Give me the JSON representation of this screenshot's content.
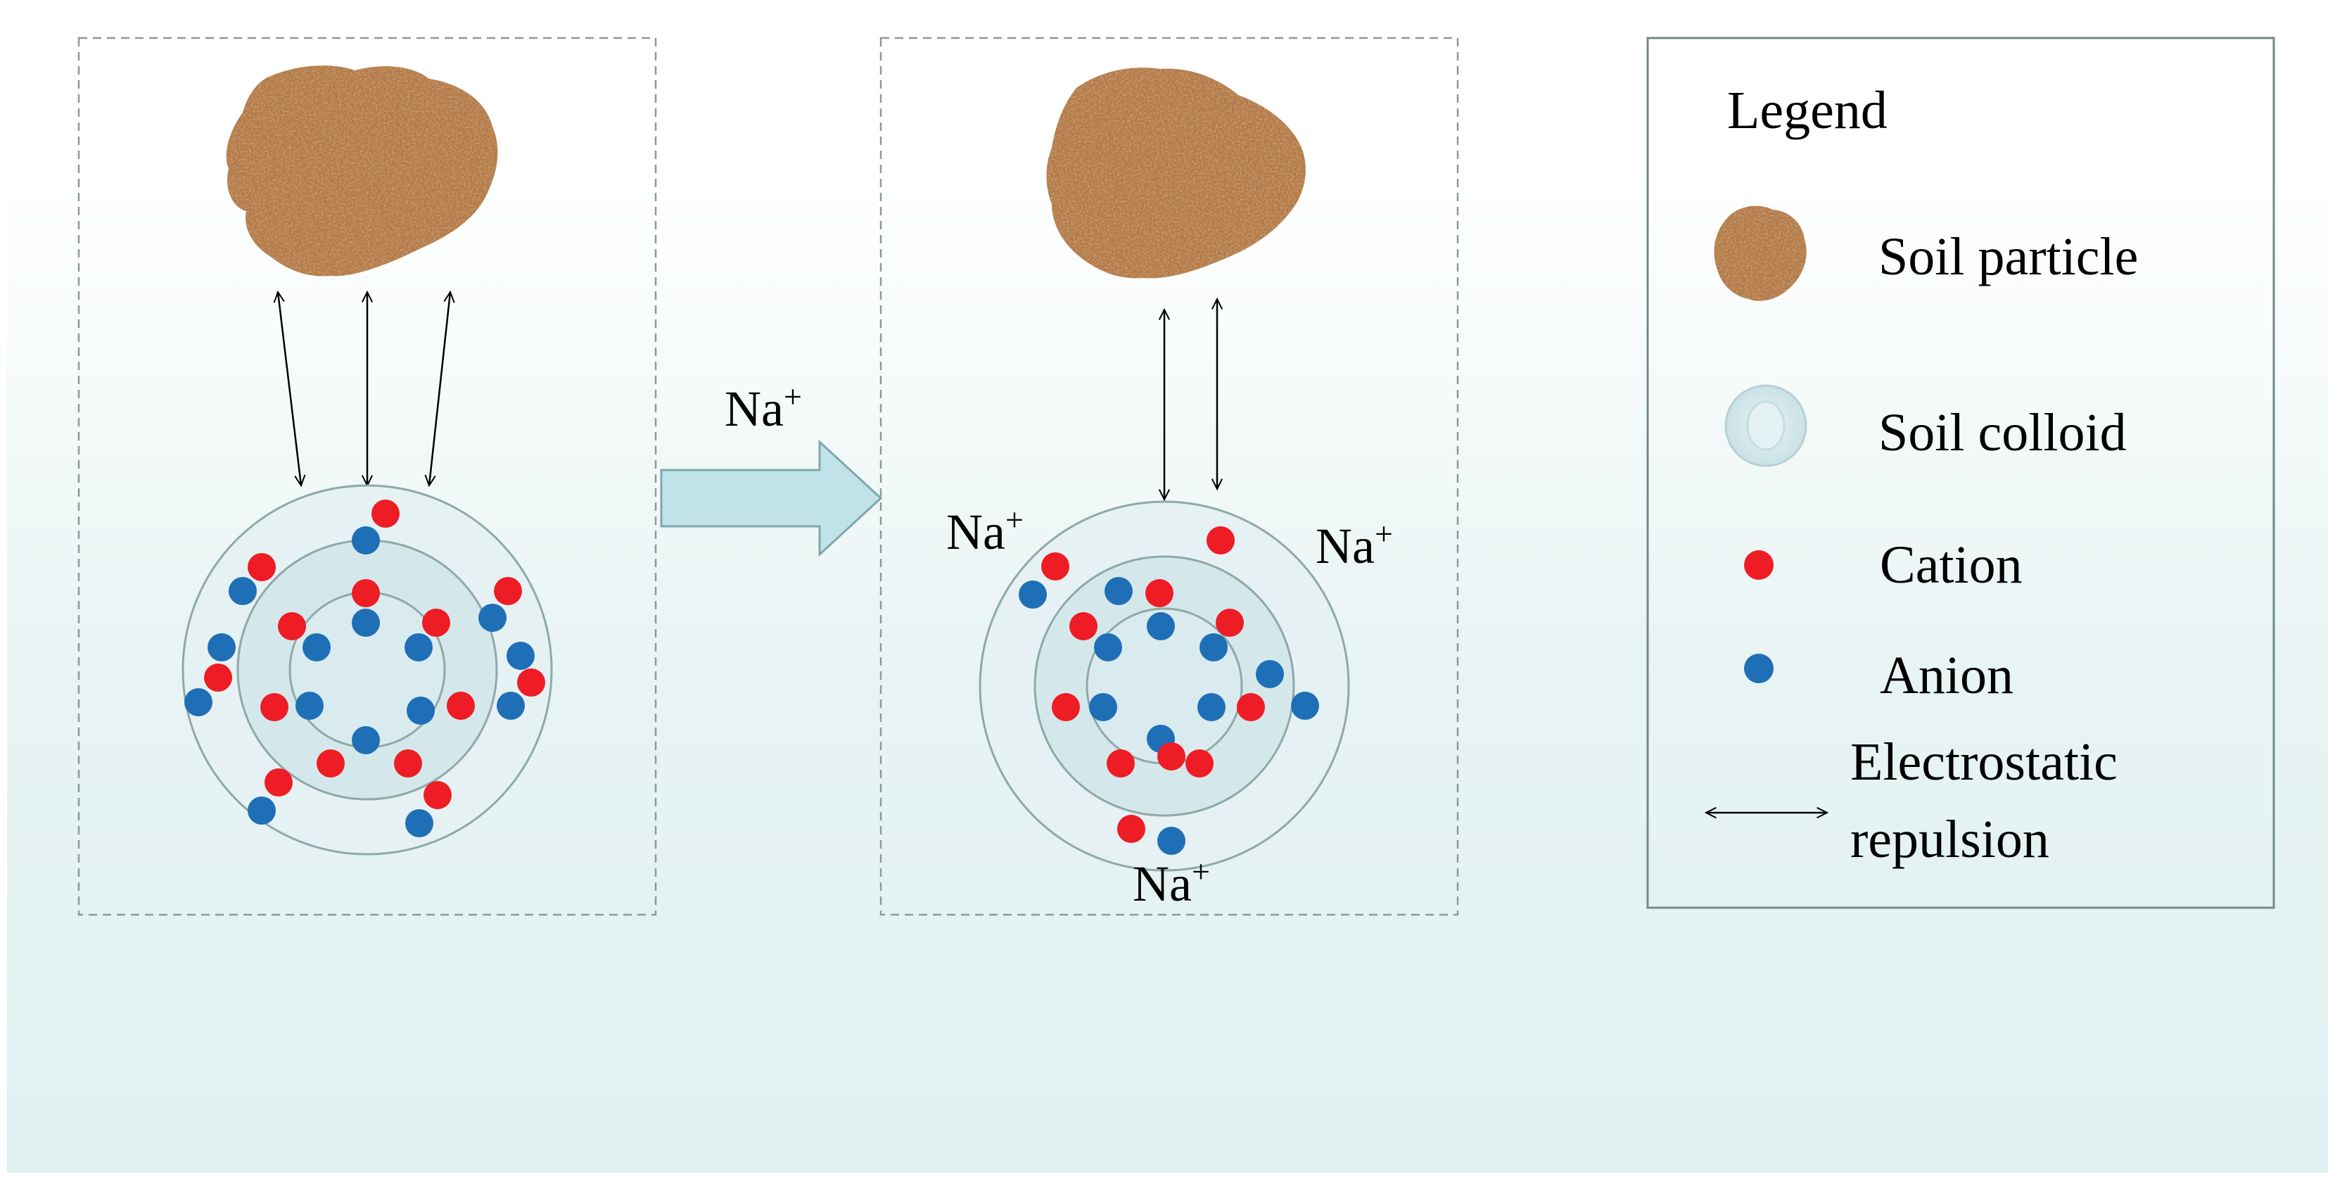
{
  "diagram": {
    "arrow_label": {
      "base": "Na",
      "sup": "+"
    },
    "na_labels": [
      {
        "base": "Na",
        "sup": "+"
      },
      {
        "base": "Na",
        "sup": "+"
      },
      {
        "base": "Na",
        "sup": "+"
      }
    ]
  },
  "legend": {
    "title": "Legend",
    "items": [
      {
        "label": "Soil particle",
        "icon": "soil-particle-icon"
      },
      {
        "label": "Soil colloid",
        "icon": "soil-colloid-icon"
      },
      {
        "label": "Cation",
        "icon": "cation-icon"
      },
      {
        "label": "Anion",
        "icon": "anion-icon"
      }
    ],
    "repulsion": {
      "line1": "Electrostatic",
      "line2": "repulsion",
      "icon": "double-arrow-icon"
    }
  },
  "colors": {
    "cation": "#ee1c24",
    "anion": "#1f6fb7",
    "soil": "#b57a47",
    "ring": "#8fa8a8",
    "colloid_fill": "#d7ebee",
    "flow_arrow": "#bfe3e8",
    "flow_arrow_stroke": "#7fa7ab"
  }
}
